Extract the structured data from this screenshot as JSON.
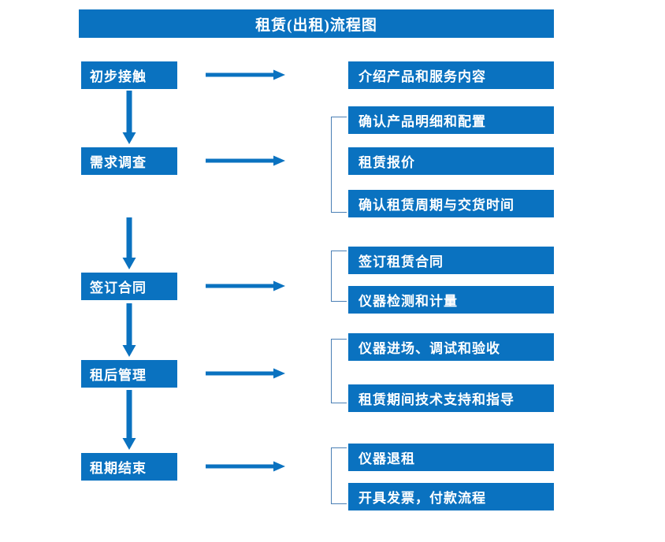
{
  "chart_data": {
    "type": "diagram",
    "title": "租赁(出租)流程图",
    "diagram_kind": "flowchart",
    "stages": [
      {
        "label": "初步接触",
        "details": [
          "介绍产品和服务内容"
        ],
        "has_bracket": false
      },
      {
        "label": "需求调查",
        "details": [
          "确认产品明细和配置",
          "租赁报价",
          "确认租赁周期与交货时间"
        ],
        "has_bracket": true
      },
      {
        "label": "签订合同",
        "details": [
          "签订租赁合同",
          "仪器检测和计量"
        ],
        "has_bracket": true
      },
      {
        "label": "租后管理",
        "details": [
          "仪器进场、调试和验收",
          "租赁期间技术支持和指导"
        ],
        "has_bracket": true
      },
      {
        "label": "租期结束",
        "details": [
          "仪器退租",
          "开具发票，付款流程"
        ],
        "has_bracket": true
      }
    ]
  },
  "header": {
    "title": "租赁(出租)流程图"
  },
  "stages": [
    {
      "label": "初步接触"
    },
    {
      "label": "需求调查"
    },
    {
      "label": "签订合同"
    },
    {
      "label": "租后管理"
    },
    {
      "label": "租期结束"
    }
  ],
  "details": [
    {
      "label": "介绍产品和服务内容"
    },
    {
      "label": "确认产品明细和配置"
    },
    {
      "label": "租赁报价"
    },
    {
      "label": "确认租赁周期与交货时间"
    },
    {
      "label": "签订租赁合同"
    },
    {
      "label": "仪器检测和计量"
    },
    {
      "label": "仪器进场、调试和验收"
    },
    {
      "label": "租赁期间技术支持和指导"
    },
    {
      "label": "仪器退租"
    },
    {
      "label": "开具发票，付款流程"
    }
  ],
  "colors": {
    "box_fill": "#0a72c0",
    "box_text": "#ffffff",
    "arrow": "#0a72c0",
    "bracket_line": "#4a7fb5",
    "background": "#ffffff"
  }
}
